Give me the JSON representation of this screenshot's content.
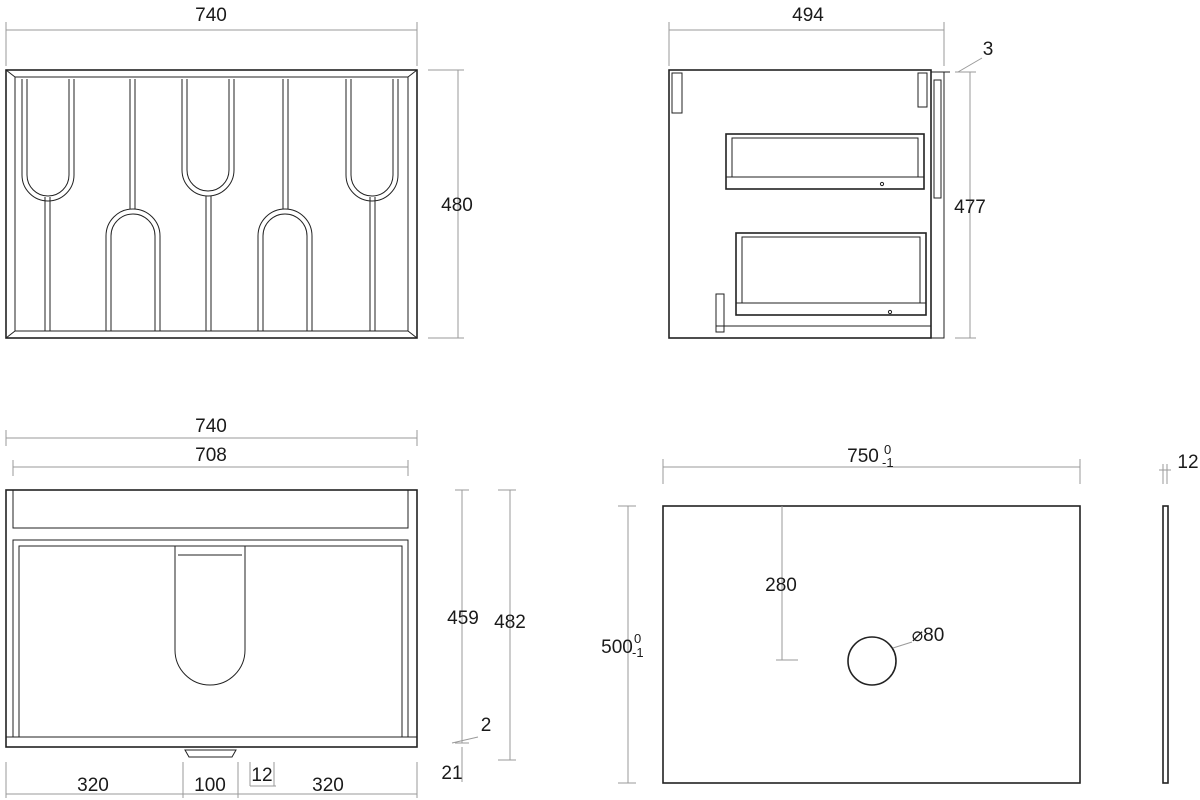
{
  "views": {
    "front": {
      "width": "740",
      "height": "480"
    },
    "side": {
      "depth": "494",
      "height": "477",
      "offset": "3"
    },
    "top": {
      "outer_width": "740",
      "inner_width": "708",
      "height_inner": "459",
      "height_outer": "482",
      "gap": "2",
      "plinth": "21",
      "left": "320",
      "center": "100",
      "right": "320",
      "cutout": "12"
    },
    "countertop": {
      "width": "750",
      "width_tol_upper": "0",
      "width_tol_lower": "-1",
      "depth": "500",
      "depth_tol_upper": "0",
      "depth_tol_lower": "-1",
      "hole_offset": "280",
      "hole_diameter": "⌀80",
      "thickness": "12"
    }
  }
}
